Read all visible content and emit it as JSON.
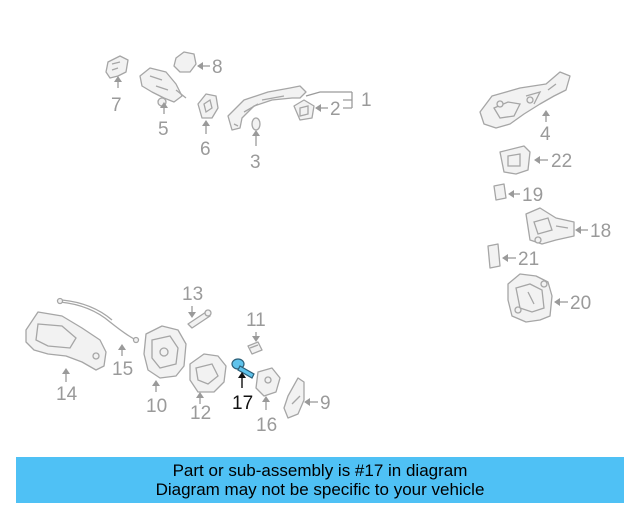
{
  "highlight_color": "#4fc1f5",
  "highlighted_part": "17",
  "callouts": {
    "c1": "1",
    "c2": "2",
    "c3": "3",
    "c4": "4",
    "c5": "5",
    "c6": "6",
    "c7": "7",
    "c8": "8",
    "c9": "9",
    "c10": "10",
    "c11": "11",
    "c12": "12",
    "c13": "13",
    "c14": "14",
    "c15": "15",
    "c16": "16",
    "c17": "17",
    "c18": "18",
    "c19": "19",
    "c20": "20",
    "c21": "21",
    "c22": "22"
  },
  "banner": {
    "line1": "Part or sub-assembly is #17 in diagram",
    "line2": "Diagram may not be specific to your vehicle"
  }
}
